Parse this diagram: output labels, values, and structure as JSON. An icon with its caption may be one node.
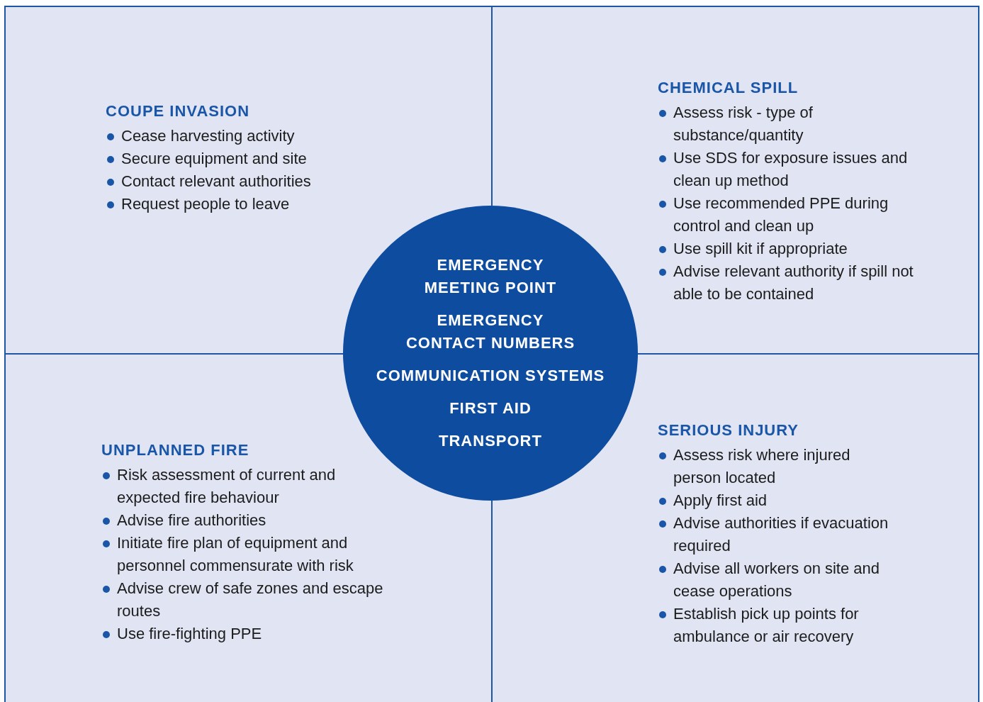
{
  "diagram": {
    "nodes": [
      {
        "text": [
          "COUPE INVASION",
          "Cease harvesting activity",
          "Secure equipment and site",
          "Contact relevant authorities",
          "Request people to leave"
        ]
      },
      {
        "text": [
          "CHEMICAL SPILL",
          "Assess risk - type of substance/quantity",
          "Use SDS for exposure issues and clean up method",
          "Use recommended PPE during control and clean up",
          "Use spill kit if appropriate",
          "Advise relevant authority if spill not able to be contained"
        ]
      },
      {
        "text": [
          "EMERGENCY MEETING POINT",
          "EMERGENCY CONTACT NUMBERS",
          "COMMUNICATION SYSTEMS",
          "FIRST AID",
          "TRANSPORT"
        ]
      },
      {
        "text": [
          "UNPLANNED FIRE",
          "Risk assessment of current and expected fire behaviour",
          "Advise fire authorities",
          "Initiate fire plan of equipment and personnel commensurate with risk",
          "Advise crew of safe zones and escape routes",
          "Use fire-fighting PPE"
        ]
      },
      {
        "text": [
          "SERIOUS INJURY",
          "Assess risk where injured person located",
          "Apply first aid",
          "Advise authorities if evacuation required",
          "Advise all workers on site and cease operations",
          "Establish pick up points for ambulance or air recovery"
        ]
      }
    ],
    "edges": []
  }
}
